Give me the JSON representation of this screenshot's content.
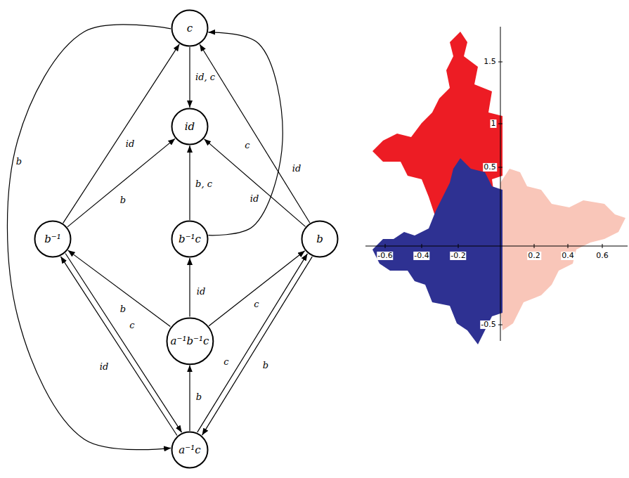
{
  "diagram": {
    "nodes": [
      {
        "text": [
          "c"
        ]
      },
      {
        "text": [
          "id"
        ]
      },
      {
        "text": [
          "b⁻¹"
        ]
      },
      {
        "text": [
          "b⁻¹c"
        ]
      },
      {
        "text": [
          "b"
        ]
      },
      {
        "text": [
          "a⁻¹b⁻¹c"
        ]
      },
      {
        "text": [
          "a⁻¹c"
        ]
      }
    ],
    "edges": [
      {
        "from": 0,
        "to": 1,
        "arrow": "to",
        "label": "id, c"
      },
      {
        "from": 2,
        "to": 0,
        "arrow": "to",
        "label": "id"
      },
      {
        "from": 2,
        "to": 1,
        "arrow": "to",
        "label": "b"
      },
      {
        "from": 3,
        "to": 1,
        "arrow": "to",
        "label": "b, c"
      },
      {
        "from": 3,
        "to": 0,
        "arrow": "to",
        "label": "id"
      },
      {
        "from": 4,
        "to": 1,
        "arrow": "to",
        "label": "id"
      },
      {
        "from": 4,
        "to": 0,
        "arrow": "to",
        "label": "c"
      },
      {
        "from": 0,
        "to": 6,
        "arrow": "to",
        "label": "b"
      },
      {
        "from": 5,
        "to": 2,
        "arrow": "to",
        "label": "b"
      },
      {
        "from": 5,
        "to": 3,
        "arrow": "to",
        "label": "id"
      },
      {
        "from": 5,
        "to": 4,
        "arrow": "to",
        "label": "c"
      },
      {
        "from": 6,
        "to": 5,
        "arrow": "to",
        "label": "b"
      },
      {
        "from": 6,
        "to": 2,
        "arrow": "to",
        "label": "id"
      },
      {
        "from": 2,
        "to": 6,
        "arrow": "to",
        "label": "c"
      },
      {
        "from": 6,
        "to": 4,
        "arrow": "to",
        "label": "c"
      },
      {
        "from": 4,
        "to": 6,
        "arrow": "to",
        "label": "b"
      }
    ],
    "labels": [
      "1.5",
      "1",
      "0.5",
      "-0.6",
      "-0.4",
      "-0.2",
      "0.2",
      "0.4",
      "0.6",
      "-0.5"
    ]
  }
}
